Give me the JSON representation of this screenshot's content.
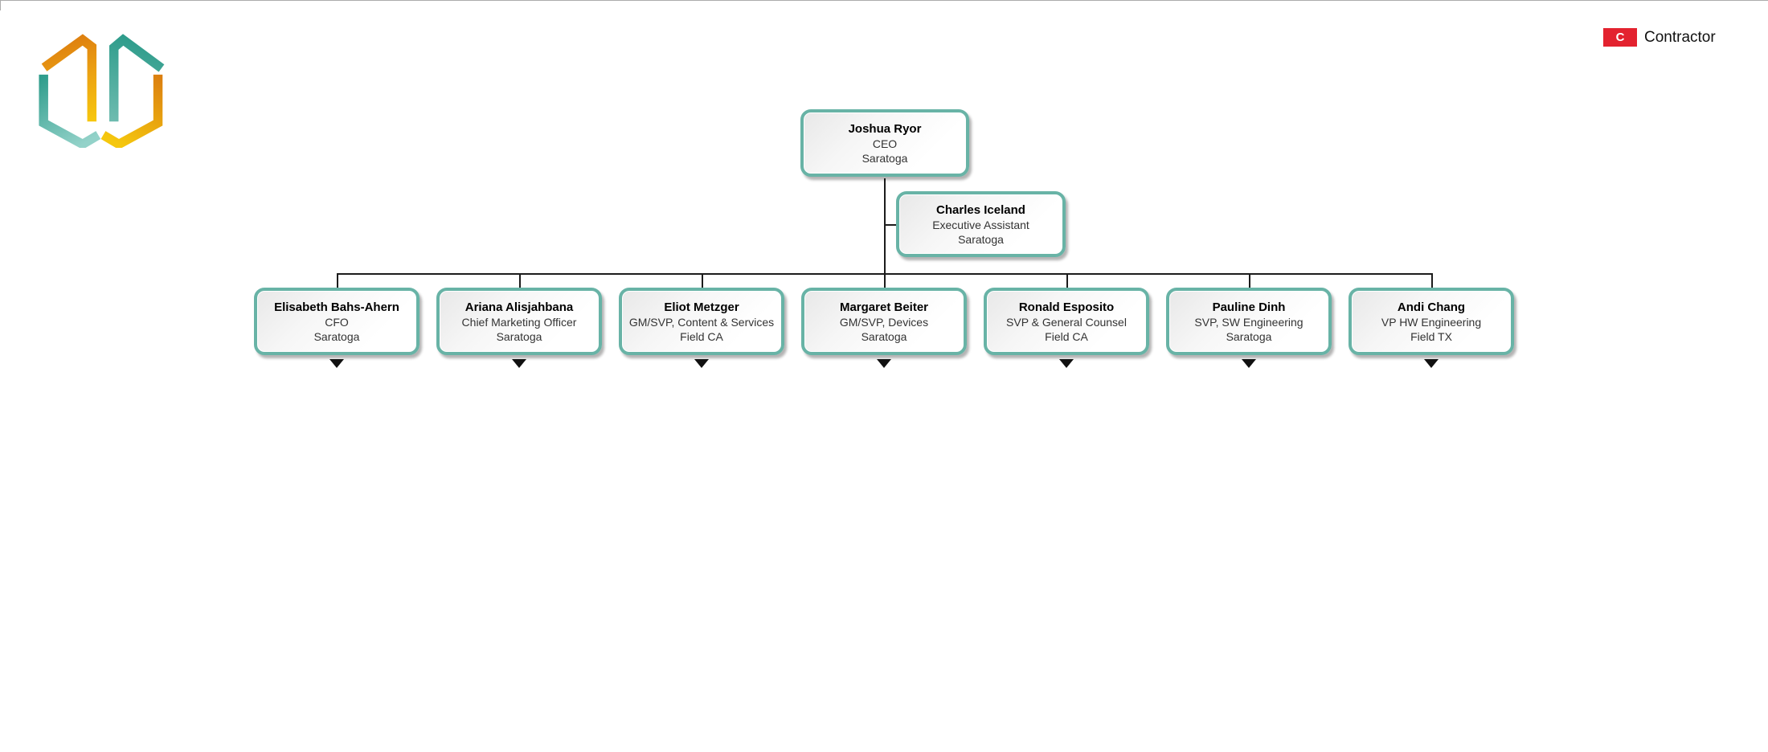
{
  "logo": {
    "name": "company-logo",
    "palette": [
      "#DE8010",
      "#F6C70D",
      "#2E9C8B",
      "#93D2C9"
    ]
  },
  "legend": {
    "items": [
      {
        "symbol": "C",
        "label": "Contractor",
        "color": "#e3222f"
      }
    ]
  },
  "chart": {
    "type": "org-chart",
    "nodes": [
      {
        "name": "Joshua Ryor",
        "title": "CEO",
        "location": "Saratoga",
        "reports_to": null,
        "collapsed_indicator": false
      },
      {
        "name": "Charles Iceland",
        "title": "Executive Assistant",
        "location": "Saratoga",
        "reports_to": "Joshua Ryor",
        "collapsed_indicator": false
      },
      {
        "name": "Elisabeth Bahs-Ahern",
        "title": "CFO",
        "location": "Saratoga",
        "reports_to": "Joshua Ryor",
        "collapsed_indicator": true
      },
      {
        "name": "Ariana Alisjahbana",
        "title": "Chief Marketing Officer",
        "location": "Saratoga",
        "reports_to": "Joshua Ryor",
        "collapsed_indicator": true
      },
      {
        "name": "Eliot Metzger",
        "title": "GM/SVP, Content & Services",
        "location": "Field CA",
        "reports_to": "Joshua Ryor",
        "collapsed_indicator": true
      },
      {
        "name": "Margaret Beiter",
        "title": "GM/SVP, Devices",
        "location": "Saratoga",
        "reports_to": "Joshua Ryor",
        "collapsed_indicator": true
      },
      {
        "name": "Ronald Esposito",
        "title": "SVP & General Counsel",
        "location": "Field CA",
        "reports_to": "Joshua Ryor",
        "collapsed_indicator": true
      },
      {
        "name": "Pauline Dinh",
        "title": "SVP, SW Engineering",
        "location": "Saratoga",
        "reports_to": "Joshua Ryor",
        "collapsed_indicator": true
      },
      {
        "name": "Andi Chang",
        "title": "VP HW Engineering",
        "location": "Field TX",
        "reports_to": "Joshua Ryor",
        "collapsed_indicator": true
      }
    ]
  }
}
